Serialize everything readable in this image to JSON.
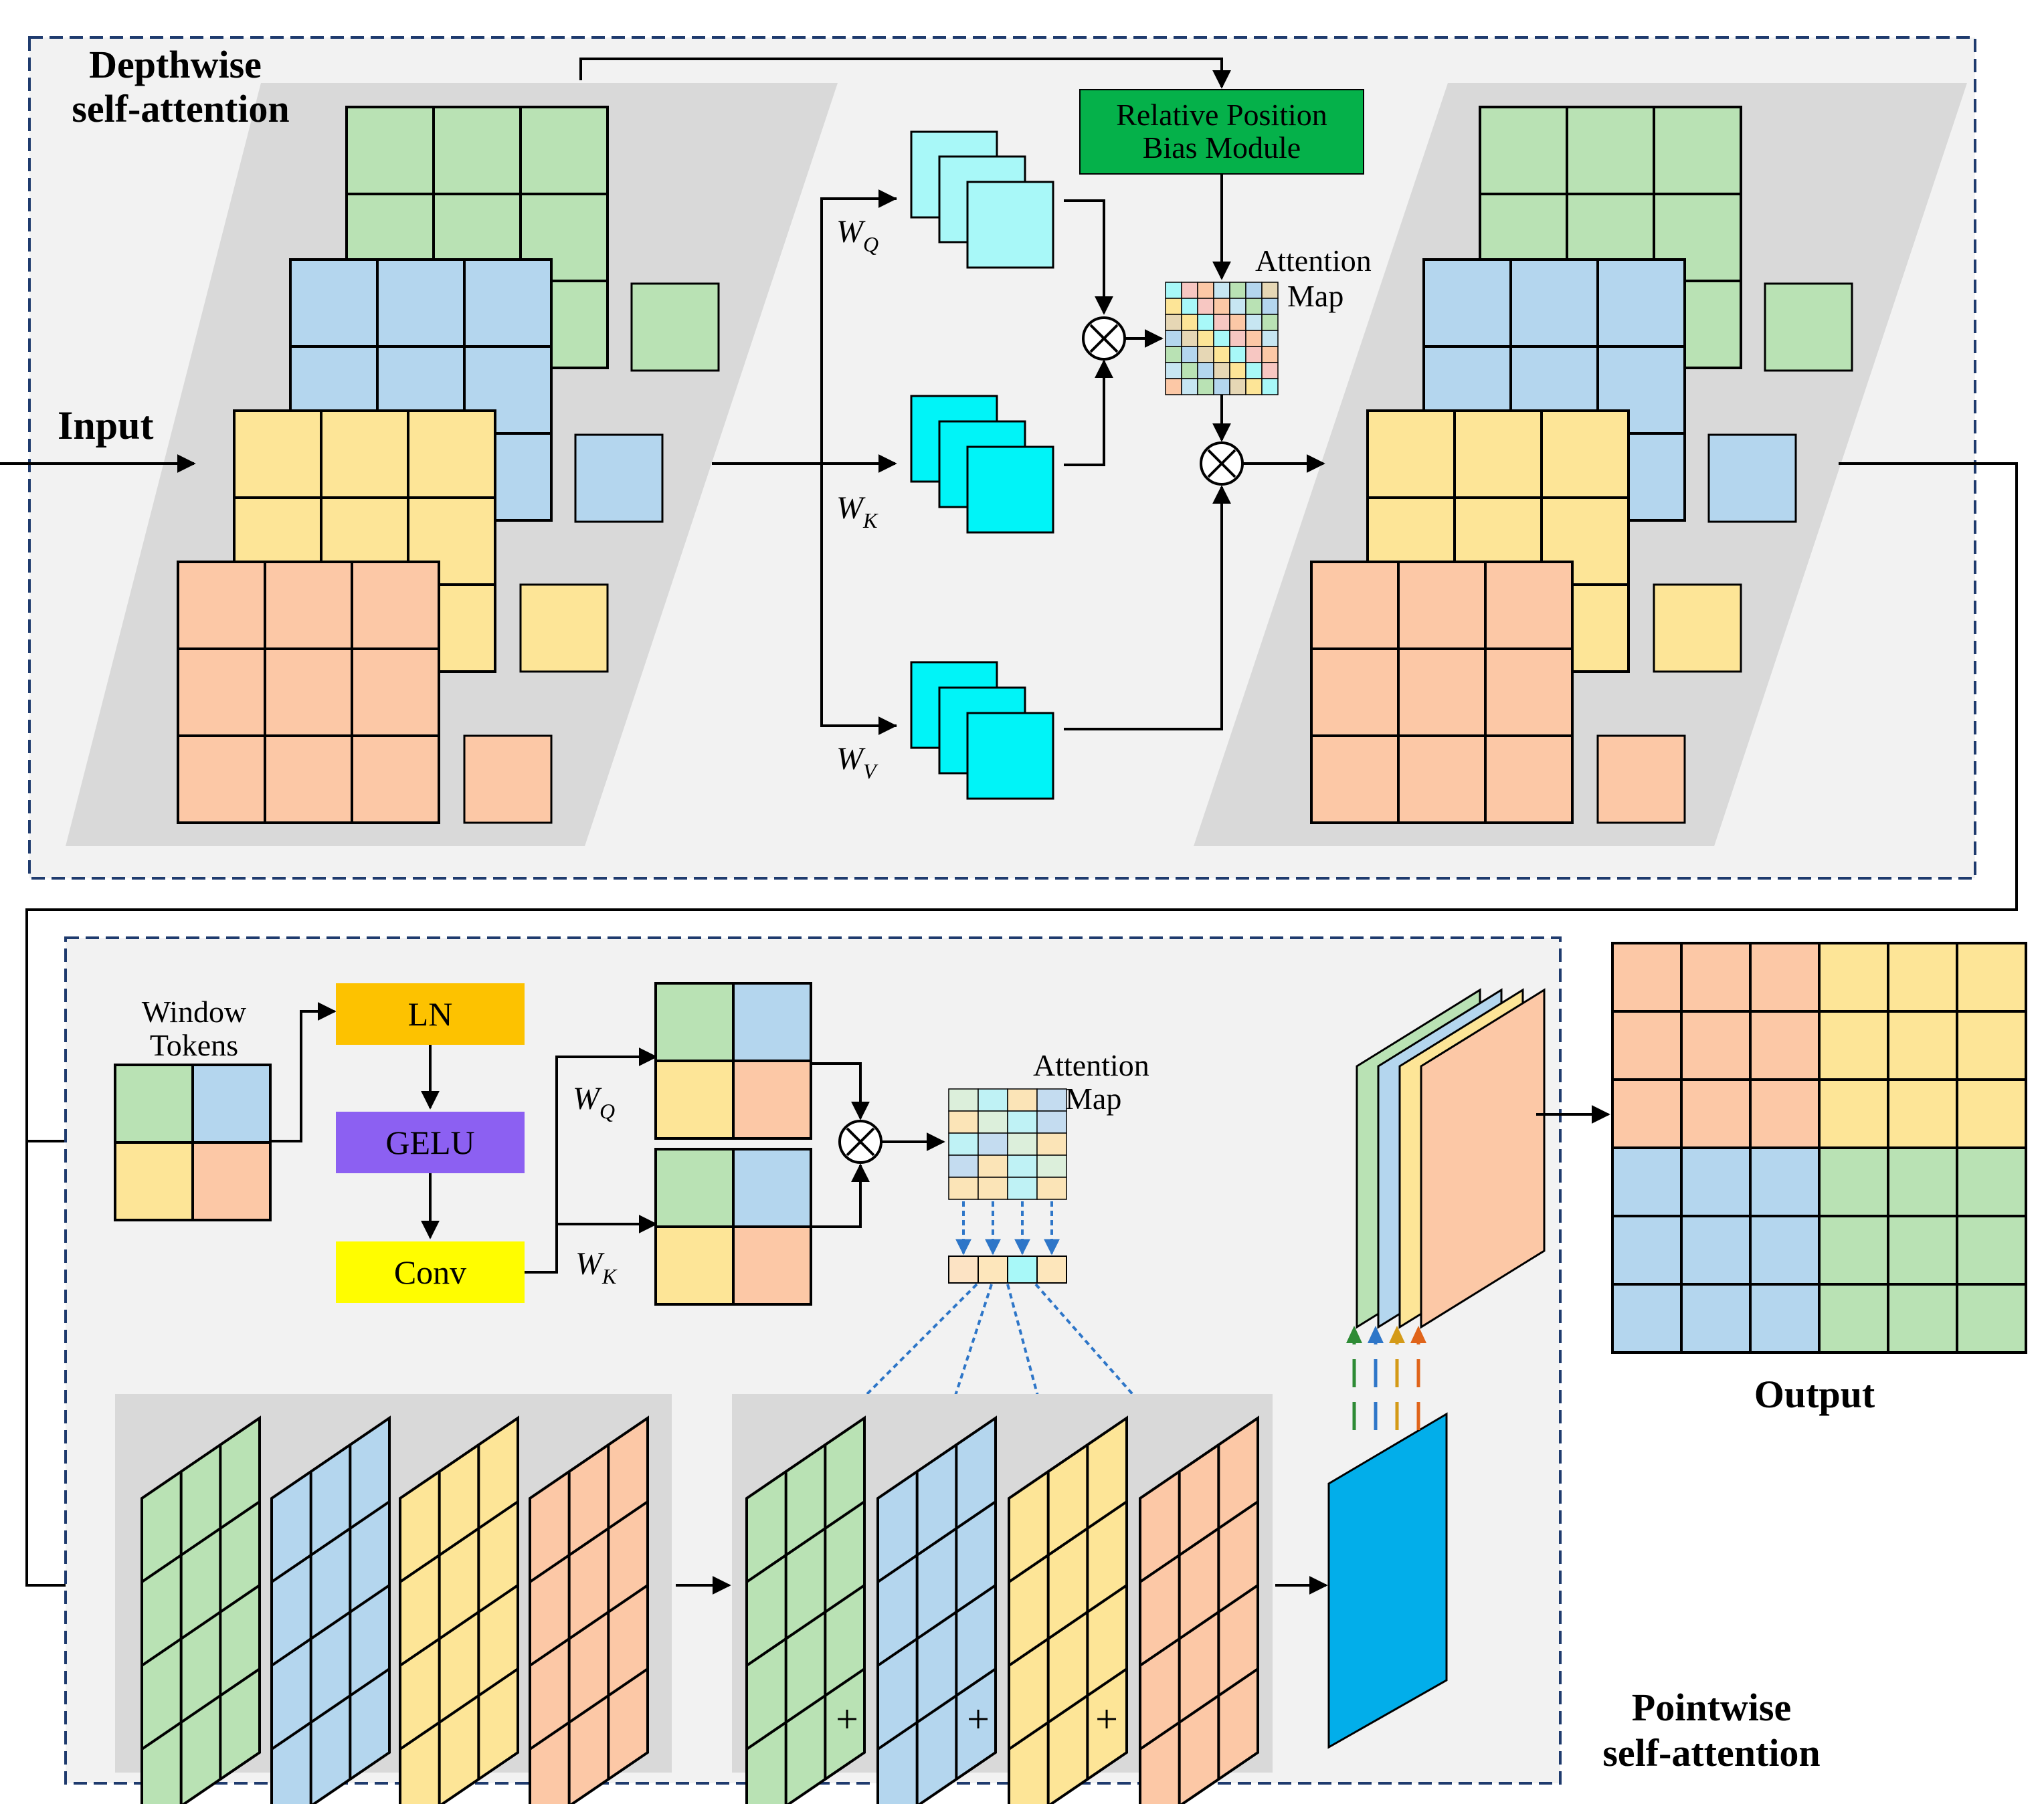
{
  "labels": {
    "depthwise_line1": "Depthwise",
    "depthwise_line2": "self-attention",
    "input": "Input",
    "relpos_line1": "Relative Position",
    "relpos_line2": "Bias Module",
    "attention": "Attention",
    "map": "Map",
    "wq": "W",
    "wq_sub": "Q",
    "wk": "W",
    "wk_sub": "K",
    "wv": "W",
    "wv_sub": "V",
    "window_line1": "Window",
    "window_line2": "Tokens",
    "ln": "LN",
    "gelu": "GELU",
    "conv": "Conv",
    "plus": "+",
    "output": "Output",
    "pointwise_line1": "Pointwise",
    "pointwise_line2": "self-attention"
  },
  "colors": {
    "green": "#b9e2b4",
    "blue": "#b4d6ee",
    "yellow": "#fde597",
    "orange": "#fcc8a6",
    "cyan_light": "#a8f8f8",
    "cyan": "#00f4f8",
    "relpos": "#05b14a",
    "ln": "#fdc200",
    "gelu": "#8c60f2",
    "conv": "#fffd00",
    "feature": "#02aeea",
    "dash_border": "#1f3b6e",
    "panel": "#f2f2f2",
    "para": "#d9d9d9",
    "dot_arrow": "#2e76c8",
    "arrow_green": "#2e8b35",
    "arrow_blue": "#2e76c8",
    "arrow_yellow": "#d49a17",
    "arrow_orange": "#e0641a"
  }
}
